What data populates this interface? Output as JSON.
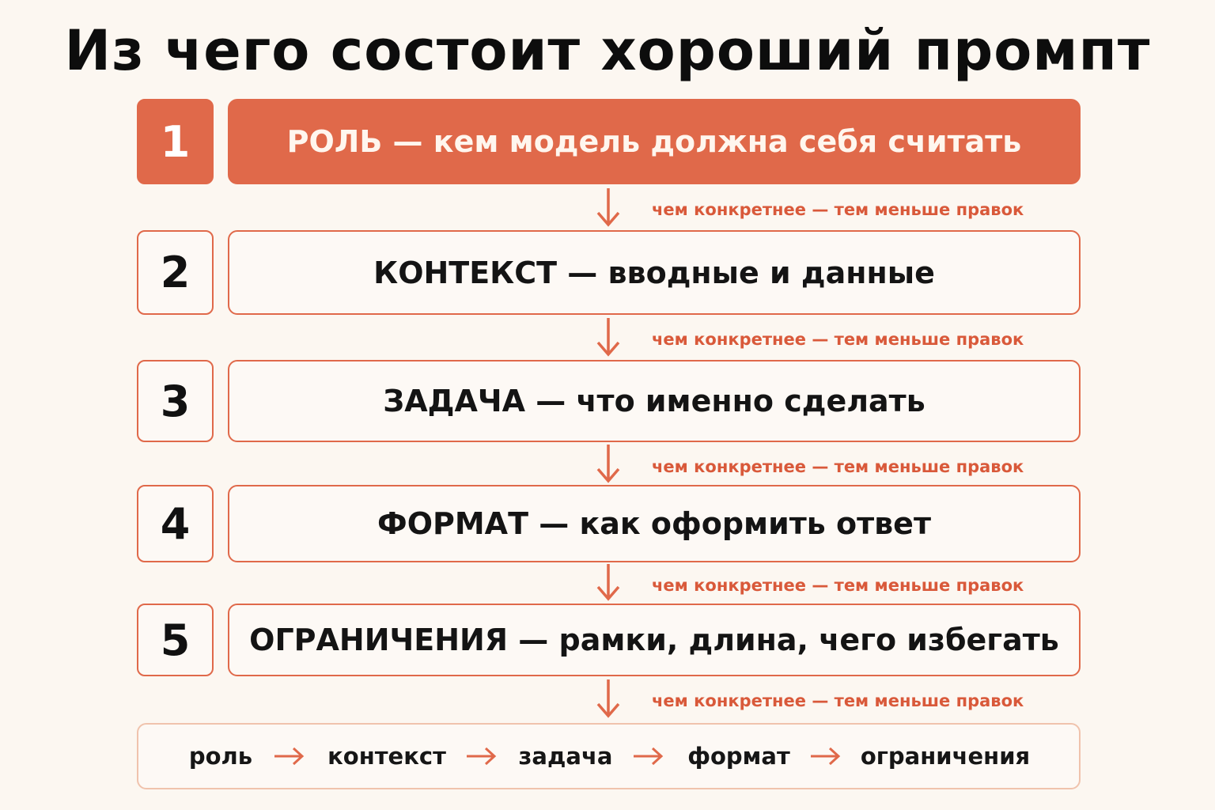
{
  "title": "Из чего состоит хороший промпт",
  "steps": [
    {
      "number": "1",
      "label": "РОЛЬ — кем модель должна себя считать"
    },
    {
      "number": "2",
      "label": "КОНТЕКСТ — вводные и данные"
    },
    {
      "number": "3",
      "label": "ЗАДАЧА — что именно сделать"
    },
    {
      "number": "4",
      "label": "ФОРМАТ — как оформить ответ"
    },
    {
      "number": "5",
      "label": "ОГРАНИЧЕНИЯ — рамки, длина, чего избегать"
    }
  ],
  "connector_note": "чем конкретнее — тем меньше правок",
  "summary": [
    "роль",
    "контекст",
    "задача",
    "формат",
    "ограничения"
  ],
  "colors": {
    "accent": "#e0694a",
    "background": "#fcf7f1",
    "note_text": "#d9593a",
    "summary_border": "#f0c3ad"
  }
}
